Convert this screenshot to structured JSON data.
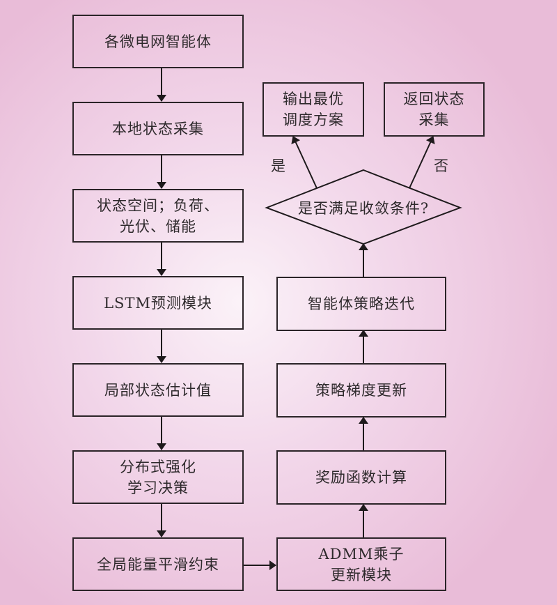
{
  "left_column": [
    {
      "id": "agents",
      "text": "各微电网智能体"
    },
    {
      "id": "local-state",
      "text": "本地状态采集"
    },
    {
      "id": "state-space",
      "text": "状态空间；负荷、\n光伏、储能"
    },
    {
      "id": "lstm",
      "text": "LSTM预测模块"
    },
    {
      "id": "local-estimate",
      "text": "局部状态估计值"
    },
    {
      "id": "drl-decision",
      "text": "分布式强化\n学习决策"
    },
    {
      "id": "global-smoothing",
      "text": "全局能量平滑约束"
    }
  ],
  "right_column": [
    {
      "id": "admm",
      "text": "ADMM乘子\n更新模块"
    },
    {
      "id": "reward",
      "text": "奖励函数计算"
    },
    {
      "id": "policy-gradient",
      "text": "策略梯度更新"
    },
    {
      "id": "agent-iteration",
      "text": "智能体策略迭代"
    }
  ],
  "decision": {
    "text": "是否满足收敛条件?"
  },
  "outputs": {
    "yes_box": "输出最优\n调度方案",
    "no_box": "返回状态\n采集",
    "yes_label": "是",
    "no_label": "否"
  }
}
